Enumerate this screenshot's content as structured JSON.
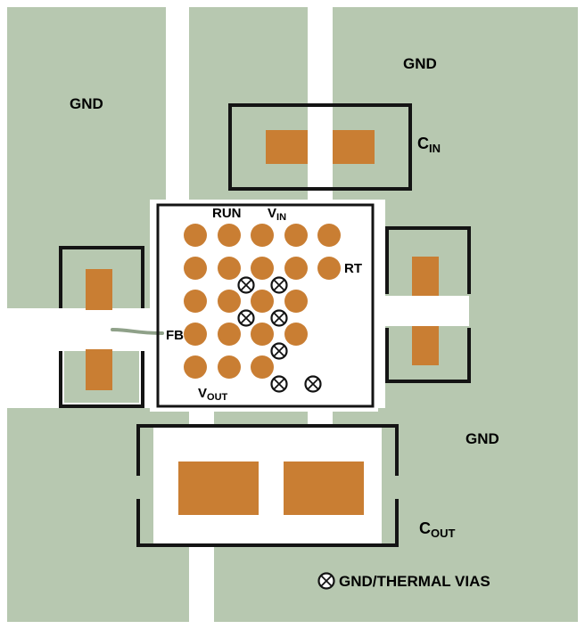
{
  "colors": {
    "background": "#ffffff",
    "pour": "#b7c8b0",
    "copper": "#c97e33",
    "outline": "#141414",
    "trace": "#8fa189",
    "text": "#000000"
  },
  "labels": {
    "gnd": "GND",
    "run": "RUN",
    "fb": "FB",
    "rt": "RT",
    "vin": {
      "main": "V",
      "sub": "IN"
    },
    "vout": {
      "main": "V",
      "sub": "OUT"
    },
    "cin": {
      "main": "C",
      "sub": "IN"
    },
    "cout": {
      "main": "C",
      "sub": "OUT"
    },
    "legend": "GND/THERMAL VIAS"
  },
  "icons": {
    "gnd_via": "crossed-circle"
  }
}
